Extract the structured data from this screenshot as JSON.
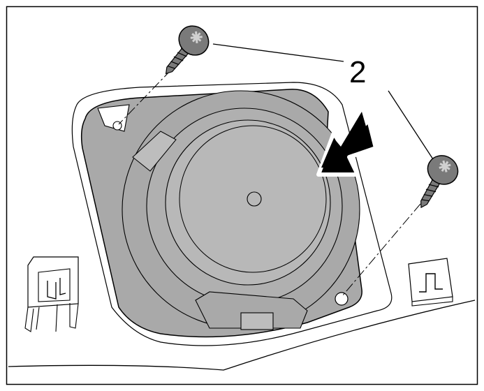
{
  "diagram": {
    "callout_label": "2",
    "colors": {
      "line": "#000000",
      "panel_fill": "#a9a9a9",
      "panel_light": "#bdbdbd",
      "screw_fill": "#7a7a7a",
      "background": "#ffffff"
    },
    "parts": [
      "speaker-cover",
      "screw",
      "screw",
      "mounting-clip",
      "mounting-clip",
      "arrow"
    ]
  }
}
